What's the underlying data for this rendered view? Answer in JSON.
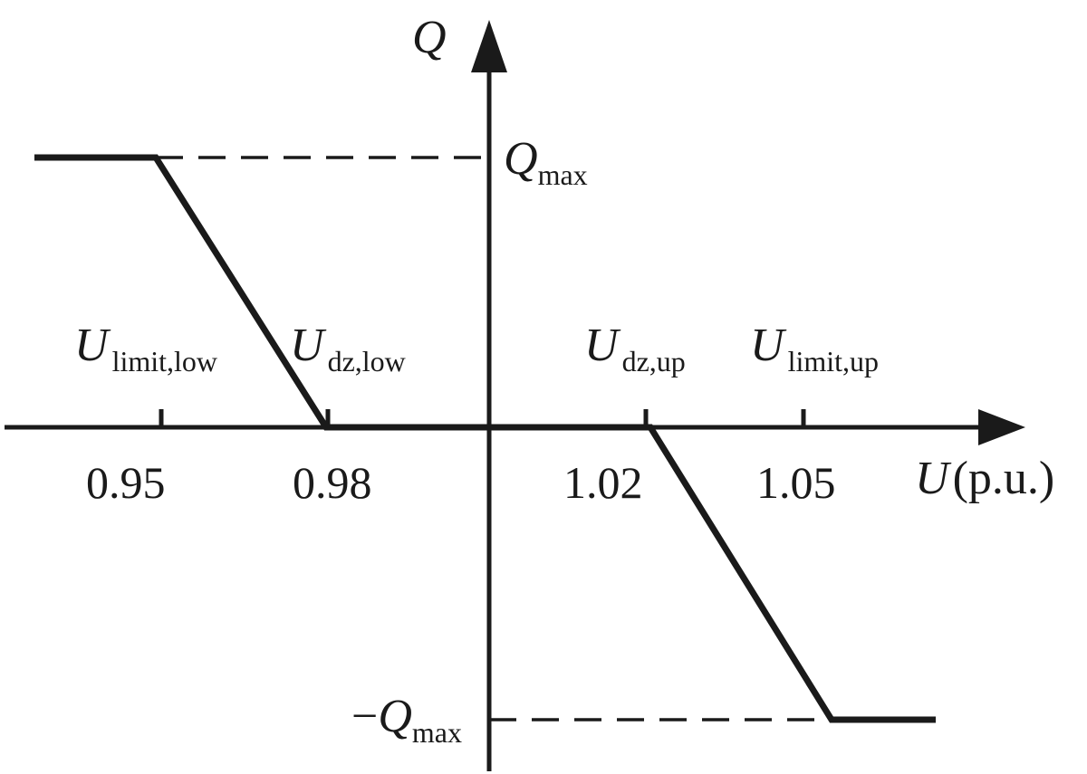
{
  "axes": {
    "y_symbol": "Q",
    "x_symbol": "U",
    "x_unit": "(p.u.)"
  },
  "levels": {
    "q_max_symbol": "Q",
    "q_max_subscript": "max",
    "q_min_sign": "−",
    "q_min_symbol": "Q",
    "q_min_subscript": "max"
  },
  "markers": [
    {
      "symbol": "U",
      "subscript": "limit,low",
      "value": "0.95"
    },
    {
      "symbol": "U",
      "subscript": "dz,low",
      "value": "0.98"
    },
    {
      "symbol": "U",
      "subscript": "dz,up",
      "value": "1.02"
    },
    {
      "symbol": "U",
      "subscript": "limit,up",
      "value": "1.05"
    }
  ],
  "colors": {
    "line": "#1a1a1a",
    "background": "#ffffff"
  }
}
